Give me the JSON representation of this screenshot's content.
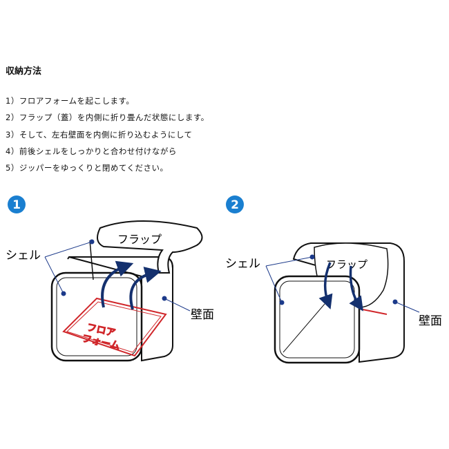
{
  "title": "収納方法",
  "steps": [
    "1）フロアフォームを起こします。",
    "2）フラップ（蓋）を内側に折り畳んだ状態にします。",
    "3）そして、左右壁面を内側に折り込むようにして",
    "4）前後シェルをしっかりと合わせ付けながら",
    "5）ジッパーをゆっくりと閉めてください。"
  ],
  "diagram1": {
    "number": "1",
    "flap": "フラップ",
    "shell": "シェル",
    "wall": "壁面",
    "floor_line1": "フロア",
    "floor_line2": "フォーム"
  },
  "diagram2": {
    "number": "2",
    "flap": "フラップ",
    "shell": "シェル",
    "wall": "壁面"
  },
  "colors": {
    "badge": "#1a7fd0",
    "arrow": "#14306e",
    "floor": "#d0262a",
    "leader": "#1c3a8a"
  }
}
